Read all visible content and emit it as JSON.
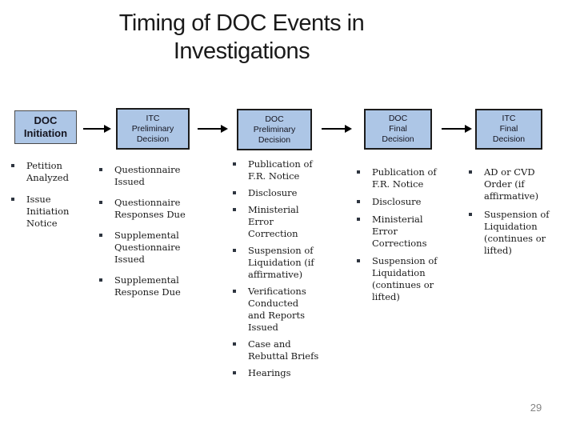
{
  "slide": {
    "title": "Timing of DOC Events in\nInvestigations",
    "page_number": "29"
  },
  "colors": {
    "box_fill": "#adc6e6",
    "box_border": "#1c1c1c",
    "box_text": "#14141f",
    "arrow": "#000000",
    "bullet": "#2e3540",
    "text": "#1a1a1a",
    "page_number": "#848484",
    "background": "#ffffff"
  },
  "flow": {
    "boxes": [
      {
        "label": "DOC\nInitiation"
      },
      {
        "label": "ITC\nPreliminary\nDecision"
      },
      {
        "label": "DOC\nPreliminary\nDecision"
      },
      {
        "label": "DOC\nFinal\nDecision"
      },
      {
        "label": "ITC\nFinal\nDecision"
      }
    ]
  },
  "columns": [
    {
      "items": [
        "Petition\nAnalyzed",
        "Issue\nInitiation\nNotice"
      ]
    },
    {
      "items": [
        "Questionnaire\nIssued",
        "Questionnaire\nResponses Due",
        "Supplemental\nQuestionnaire\nIssued",
        "Supplemental\nResponse Due"
      ]
    },
    {
      "items": [
        "Publication of\nF.R. Notice",
        "Disclosure",
        "Ministerial\nError\nCorrection",
        "Suspension of\nLiquidation (if\naffirmative)",
        "Verifications\nConducted\nand Reports\nIssued",
        "Case and\nRebuttal Briefs",
        "Hearings"
      ]
    },
    {
      "items": [
        "Publication of\nF.R. Notice",
        "Disclosure",
        "Ministerial\nError\nCorrections",
        "Suspension of\nLiquidation\n(continues or\nlifted)"
      ]
    },
    {
      "items": [
        "AD or CVD\nOrder (if\naffirmative)",
        "Suspension of\nLiquidation\n(continues or\nlifted)"
      ]
    }
  ]
}
